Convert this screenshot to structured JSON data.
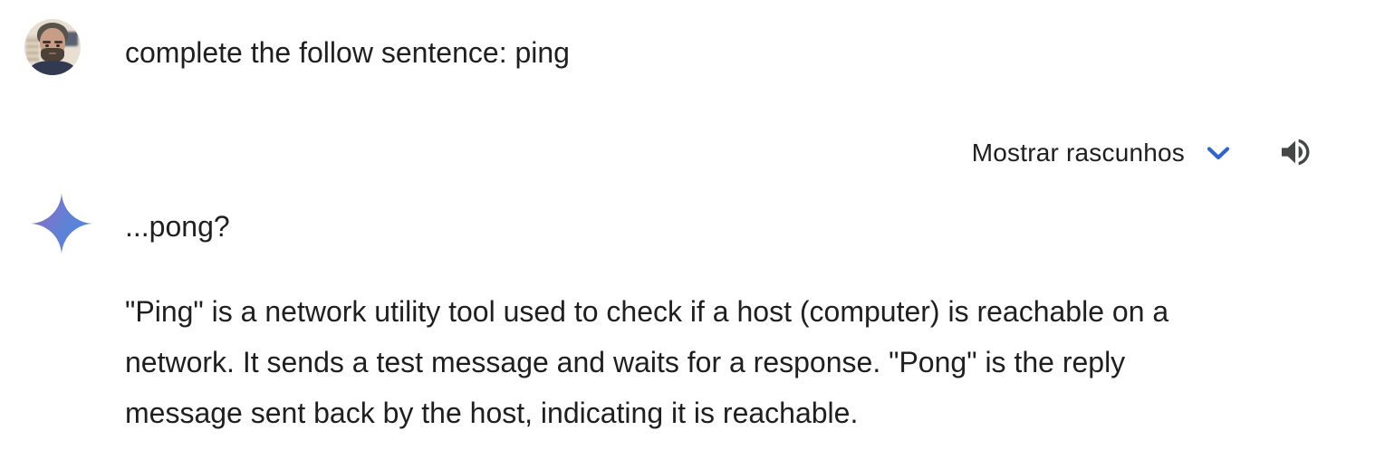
{
  "user_message": {
    "text": "complete the follow sentence: ping",
    "avatar": "user-profile-photo"
  },
  "drafts_bar": {
    "label": "Mostrar rascunhos",
    "chevron_icon": "chevron-down-icon",
    "speaker_icon": "volume-icon",
    "chevron_color": "#2e64d2",
    "icon_color": "#444746"
  },
  "model_response": {
    "sparkle_icon": "gemini-sparkle-icon",
    "sparkle_gradient_start": "#8d6bc4",
    "sparkle_gradient_end": "#4e87e0",
    "headline": "...pong?",
    "body": "\"Ping\" is a network utility tool used to check if a host (computer) is reachable on a\nnetwork. It sends a test message and waits for a response. \"Pong\" is the reply\nmessage sent back by the host, indicating it is reachable."
  },
  "colors": {
    "background": "#ffffff",
    "text": "#1f1f1f"
  }
}
